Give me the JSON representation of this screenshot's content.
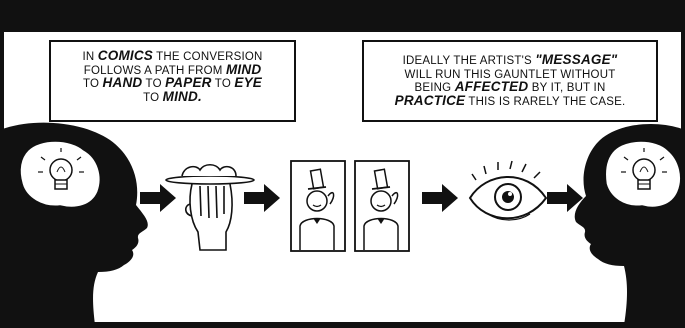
{
  "panel": {
    "caption_left": {
      "lines": [
        {
          "pre": "IN ",
          "em": "COMICS",
          "post": " THE CONVERSION"
        },
        {
          "pre": "FOLLOWS A PATH FROM ",
          "em": "MIND",
          "post": ""
        },
        {
          "pre": "TO ",
          "em": "HAND",
          "post": " TO ",
          "em2": "PAPER",
          "post2": " TO ",
          "em3": "EYE"
        },
        {
          "pre": "TO ",
          "em": "MIND.",
          "post": ""
        }
      ]
    },
    "caption_right": {
      "lines": [
        {
          "pre": "IDEALLY THE ARTIST'S ",
          "em": "\"MESSAGE\"",
          "post": ""
        },
        {
          "pre": "WILL RUN THIS GAUNTLET WITHOUT",
          "em": "",
          "post": ""
        },
        {
          "pre": "BEING ",
          "em": "AFFECTED",
          "post": " BY IT, BUT IN"
        },
        {
          "pre": "",
          "em": "PRACTICE",
          "post": " THIS IS RARELY THE CASE."
        }
      ]
    },
    "stages": [
      "mind-head",
      "hand-with-tray",
      "paper-drawing",
      "paper-drawing-copy",
      "eye",
      "mind-head-viewer"
    ],
    "colors": {
      "ink": "#111111",
      "paper": "#ffffff"
    }
  }
}
